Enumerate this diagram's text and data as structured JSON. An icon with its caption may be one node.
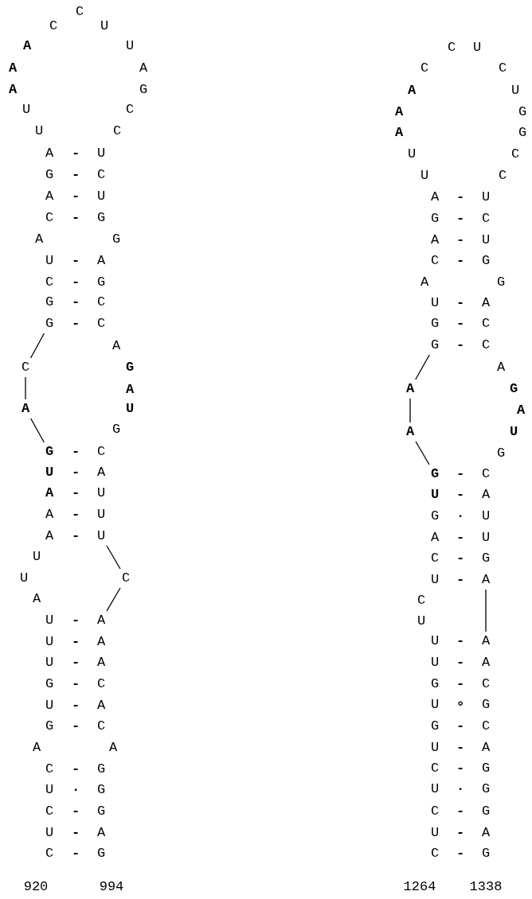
{
  "diagram": {
    "nodes": [
      {
        "text": [
          "C"
        ]
      },
      {
        "text": [
          "C"
        ]
      },
      {
        "text": [
          "U"
        ]
      },
      {
        "text": [
          "A"
        ]
      },
      {
        "text": [
          "U"
        ]
      },
      {
        "text": [
          "A"
        ]
      },
      {
        "text": [
          "A"
        ]
      },
      {
        "text": [
          "A"
        ]
      },
      {
        "text": [
          "G"
        ]
      },
      {
        "text": [
          "U"
        ]
      },
      {
        "text": [
          "C"
        ]
      },
      {
        "text": [
          "U"
        ]
      },
      {
        "text": [
          "C"
        ]
      },
      {
        "text": [
          "A"
        ]
      },
      {
        "text": [
          "U"
        ]
      },
      {
        "text": [
          "G"
        ]
      },
      {
        "text": [
          "C"
        ]
      },
      {
        "text": [
          "A"
        ]
      },
      {
        "text": [
          "U"
        ]
      },
      {
        "text": [
          "C"
        ]
      },
      {
        "text": [
          "G"
        ]
      },
      {
        "text": [
          "A"
        ]
      },
      {
        "text": [
          "G"
        ]
      },
      {
        "text": [
          "U"
        ]
      },
      {
        "text": [
          "A"
        ]
      },
      {
        "text": [
          "C"
        ]
      },
      {
        "text": [
          "G"
        ]
      },
      {
        "text": [
          "G"
        ]
      },
      {
        "text": [
          "C"
        ]
      },
      {
        "text": [
          "G"
        ]
      },
      {
        "text": [
          "C"
        ]
      },
      {
        "text": [
          "A"
        ]
      },
      {
        "text": [
          "C"
        ]
      },
      {
        "text": [
          "G"
        ]
      },
      {
        "text": [
          "A"
        ]
      },
      {
        "text": [
          "A"
        ]
      },
      {
        "text": [
          "U"
        ]
      },
      {
        "text": [
          "G"
        ]
      },
      {
        "text": [
          "G"
        ]
      },
      {
        "text": [
          "C"
        ]
      },
      {
        "text": [
          "U"
        ]
      },
      {
        "text": [
          "A"
        ]
      },
      {
        "text": [
          "A"
        ]
      },
      {
        "text": [
          "U"
        ]
      },
      {
        "text": [
          "A"
        ]
      },
      {
        "text": [
          "U"
        ]
      },
      {
        "text": [
          "A"
        ]
      },
      {
        "text": [
          "U"
        ]
      },
      {
        "text": [
          "U"
        ]
      },
      {
        "text": [
          "U"
        ]
      },
      {
        "text": [
          "C"
        ]
      },
      {
        "text": [
          "A"
        ]
      },
      {
        "text": [
          "U"
        ]
      },
      {
        "text": [
          "A"
        ]
      },
      {
        "text": [
          "U"
        ]
      },
      {
        "text": [
          "A"
        ]
      },
      {
        "text": [
          "U"
        ]
      },
      {
        "text": [
          "A"
        ]
      },
      {
        "text": [
          "G"
        ]
      },
      {
        "text": [
          "C"
        ]
      },
      {
        "text": [
          "U"
        ]
      },
      {
        "text": [
          "A"
        ]
      },
      {
        "text": [
          "G"
        ]
      },
      {
        "text": [
          "C"
        ]
      },
      {
        "text": [
          "A"
        ]
      },
      {
        "text": [
          "A"
        ]
      },
      {
        "text": [
          "C"
        ]
      },
      {
        "text": [
          "G"
        ]
      },
      {
        "text": [
          "U"
        ]
      },
      {
        "text": [
          "G"
        ]
      },
      {
        "text": [
          "C"
        ]
      },
      {
        "text": [
          "G"
        ]
      },
      {
        "text": [
          "U"
        ]
      },
      {
        "text": [
          "A"
        ]
      },
      {
        "text": [
          "C"
        ]
      },
      {
        "text": [
          "G"
        ]
      },
      {
        "text": [
          "C"
        ]
      },
      {
        "text": [
          "U"
        ]
      },
      {
        "text": [
          "C"
        ]
      },
      {
        "text": [
          "C"
        ]
      },
      {
        "text": [
          "A"
        ]
      },
      {
        "text": [
          "U"
        ]
      },
      {
        "text": [
          "A"
        ]
      },
      {
        "text": [
          "G"
        ]
      },
      {
        "text": [
          "A"
        ]
      },
      {
        "text": [
          "G"
        ]
      },
      {
        "text": [
          "U"
        ]
      },
      {
        "text": [
          "C"
        ]
      },
      {
        "text": [
          "U"
        ]
      },
      {
        "text": [
          "C"
        ]
      },
      {
        "text": [
          "A"
        ]
      },
      {
        "text": [
          "U"
        ]
      },
      {
        "text": [
          "G"
        ]
      },
      {
        "text": [
          "C"
        ]
      },
      {
        "text": [
          "A"
        ]
      },
      {
        "text": [
          "U"
        ]
      },
      {
        "text": [
          "C"
        ]
      },
      {
        "text": [
          "G"
        ]
      },
      {
        "text": [
          "A"
        ]
      },
      {
        "text": [
          "G"
        ]
      },
      {
        "text": [
          "U"
        ]
      },
      {
        "text": [
          "A"
        ]
      },
      {
        "text": [
          "G"
        ]
      },
      {
        "text": [
          "C"
        ]
      },
      {
        "text": [
          "G"
        ]
      },
      {
        "text": [
          "C"
        ]
      },
      {
        "text": [
          "A"
        ]
      },
      {
        "text": [
          "A"
        ]
      },
      {
        "text": [
          "G"
        ]
      },
      {
        "text": [
          "A"
        ]
      },
      {
        "text": [
          "A"
        ]
      },
      {
        "text": [
          "U"
        ]
      },
      {
        "text": [
          "G"
        ]
      },
      {
        "text": [
          "G"
        ]
      },
      {
        "text": [
          "C"
        ]
      },
      {
        "text": [
          "U"
        ]
      },
      {
        "text": [
          "A"
        ]
      },
      {
        "text": [
          "G"
        ]
      },
      {
        "text": [
          "U"
        ]
      },
      {
        "text": [
          "A"
        ]
      },
      {
        "text": [
          "U"
        ]
      },
      {
        "text": [
          "C"
        ]
      },
      {
        "text": [
          "G"
        ]
      },
      {
        "text": [
          "U"
        ]
      },
      {
        "text": [
          "A"
        ]
      },
      {
        "text": [
          "C"
        ]
      },
      {
        "text": [
          "U"
        ]
      },
      {
        "text": [
          "U"
        ]
      },
      {
        "text": [
          "A"
        ]
      },
      {
        "text": [
          "U"
        ]
      },
      {
        "text": [
          "A"
        ]
      },
      {
        "text": [
          "G"
        ]
      },
      {
        "text": [
          "C"
        ]
      },
      {
        "text": [
          "U"
        ]
      },
      {
        "text": [
          "G"
        ]
      },
      {
        "text": [
          "G"
        ]
      },
      {
        "text": [
          "C"
        ]
      },
      {
        "text": [
          "U"
        ]
      },
      {
        "text": [
          "A"
        ]
      },
      {
        "text": [
          "C"
        ]
      },
      {
        "text": [
          "G"
        ]
      },
      {
        "text": [
          "U"
        ]
      },
      {
        "text": [
          "G"
        ]
      },
      {
        "text": [
          "C"
        ]
      },
      {
        "text": [
          "G"
        ]
      },
      {
        "text": [
          "U"
        ]
      },
      {
        "text": [
          "A"
        ]
      },
      {
        "text": [
          "C"
        ]
      },
      {
        "text": [
          "G"
        ]
      }
    ],
    "edges": [
      {
        "from": 29,
        "to": 32,
        "arrow": "none"
      },
      {
        "from": 32,
        "to": 35,
        "arrow": "none"
      },
      {
        "from": 35,
        "to": 38,
        "arrow": "none"
      },
      {
        "from": 47,
        "to": 50,
        "arrow": "none"
      },
      {
        "from": 50,
        "to": 53,
        "arrow": "none"
      },
      {
        "from": 104,
        "to": 107,
        "arrow": "none"
      },
      {
        "from": 107,
        "to": 110,
        "arrow": "none"
      },
      {
        "from": 110,
        "to": 113,
        "arrow": "none"
      },
      {
        "from": 124,
        "to": 128,
        "arrow": "none"
      }
    ],
    "labels": [
      "-",
      "-",
      "-",
      "-",
      "-",
      "-",
      "-",
      "-",
      "-",
      "-",
      "-",
      "-",
      "-",
      "-",
      "-",
      "-",
      "-",
      "-",
      "-",
      "-",
      "·",
      "-",
      "-",
      "-",
      "920",
      "994",
      "-",
      "-",
      "-",
      "-",
      "-",
      "-",
      "-",
      "-",
      "-",
      "·",
      "-",
      "-",
      "-",
      "-",
      "-",
      "-",
      "∘",
      "-",
      "-",
      "-",
      "·",
      "-",
      "-",
      "-",
      "1264",
      "1338"
    ]
  }
}
